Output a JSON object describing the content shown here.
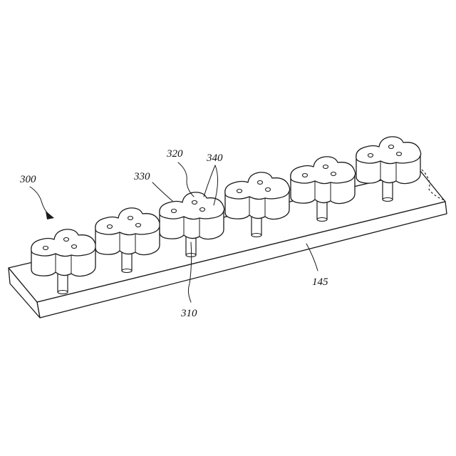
{
  "figure": {
    "labels": {
      "assembly": "300",
      "shaft": "310",
      "hole_a": "320",
      "hole_b": "330",
      "hole_c": "340",
      "base_plate": "145"
    }
  }
}
